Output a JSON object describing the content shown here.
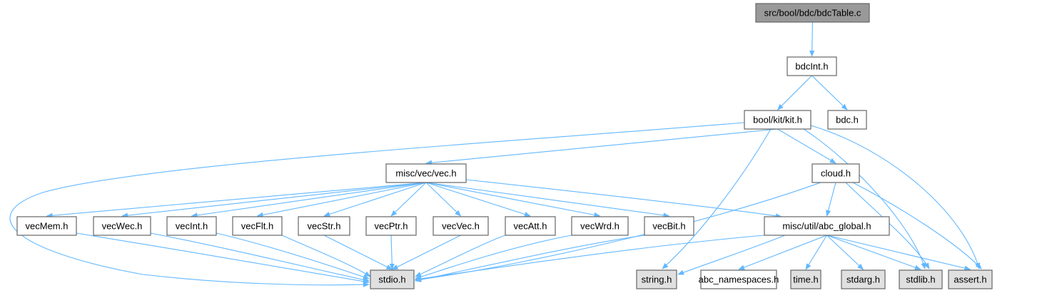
{
  "graph": {
    "title": "src/bool/bdc/bdcTable.c",
    "colors": {
      "root_fill": "#999999",
      "system_fill": "#e0e0e0",
      "local_fill": "#ffffff",
      "edge": "#63b8ff",
      "border": "#666666"
    },
    "nodes": [
      {
        "id": "bdcTable",
        "label": "src/bool/bdc/bdcTable.c",
        "kind": "root"
      },
      {
        "id": "bdcInt",
        "label": "bdcInt.h",
        "kind": "local"
      },
      {
        "id": "kit",
        "label": "bool/kit/kit.h",
        "kind": "local"
      },
      {
        "id": "bdc",
        "label": "bdc.h",
        "kind": "local"
      },
      {
        "id": "vec",
        "label": "misc/vec/vec.h",
        "kind": "local"
      },
      {
        "id": "cloud",
        "label": "cloud.h",
        "kind": "local"
      },
      {
        "id": "vecMem",
        "label": "vecMem.h",
        "kind": "local"
      },
      {
        "id": "vecWec",
        "label": "vecWec.h",
        "kind": "local"
      },
      {
        "id": "vecInt",
        "label": "vecInt.h",
        "kind": "local"
      },
      {
        "id": "vecFlt",
        "label": "vecFlt.h",
        "kind": "local"
      },
      {
        "id": "vecStr",
        "label": "vecStr.h",
        "kind": "local"
      },
      {
        "id": "vecPtr",
        "label": "vecPtr.h",
        "kind": "local"
      },
      {
        "id": "vecVec",
        "label": "vecVec.h",
        "kind": "local"
      },
      {
        "id": "vecAtt",
        "label": "vecAtt.h",
        "kind": "local"
      },
      {
        "id": "vecWrd",
        "label": "vecWrd.h",
        "kind": "local"
      },
      {
        "id": "vecBit",
        "label": "vecBit.h",
        "kind": "local"
      },
      {
        "id": "abc_global",
        "label": "misc/util/abc_global.h",
        "kind": "local"
      },
      {
        "id": "stdio",
        "label": "stdio.h",
        "kind": "system"
      },
      {
        "id": "string",
        "label": "string.h",
        "kind": "system"
      },
      {
        "id": "abc_namespaces",
        "label": "abc_namespaces.h",
        "kind": "local"
      },
      {
        "id": "time",
        "label": "time.h",
        "kind": "system"
      },
      {
        "id": "stdarg",
        "label": "stdarg.h",
        "kind": "system"
      },
      {
        "id": "stdlib",
        "label": "stdlib.h",
        "kind": "system"
      },
      {
        "id": "assert",
        "label": "assert.h",
        "kind": "system"
      }
    ],
    "edges": [
      [
        "bdcTable",
        "bdcInt"
      ],
      [
        "bdcInt",
        "kit"
      ],
      [
        "bdcInt",
        "bdc"
      ],
      [
        "kit",
        "vec"
      ],
      [
        "kit",
        "stdio"
      ],
      [
        "kit",
        "string"
      ],
      [
        "kit",
        "cloud"
      ],
      [
        "kit",
        "stdlib"
      ],
      [
        "kit",
        "assert"
      ],
      [
        "vec",
        "vecMem"
      ],
      [
        "vec",
        "vecWec"
      ],
      [
        "vec",
        "vecInt"
      ],
      [
        "vec",
        "vecFlt"
      ],
      [
        "vec",
        "vecStr"
      ],
      [
        "vec",
        "vecPtr"
      ],
      [
        "vec",
        "vecVec"
      ],
      [
        "vec",
        "vecAtt"
      ],
      [
        "vec",
        "vecWrd"
      ],
      [
        "vec",
        "vecBit"
      ],
      [
        "vec",
        "abc_global"
      ],
      [
        "cloud",
        "abc_global"
      ],
      [
        "cloud",
        "stdio"
      ],
      [
        "cloud",
        "stdlib"
      ],
      [
        "cloud",
        "assert"
      ],
      [
        "vecMem",
        "stdio"
      ],
      [
        "vecWec",
        "stdio"
      ],
      [
        "vecInt",
        "stdio"
      ],
      [
        "vecFlt",
        "stdio"
      ],
      [
        "vecStr",
        "stdio"
      ],
      [
        "vecPtr",
        "stdio"
      ],
      [
        "vecVec",
        "stdio"
      ],
      [
        "vecAtt",
        "stdio"
      ],
      [
        "vecWrd",
        "stdio"
      ],
      [
        "vecBit",
        "stdio"
      ],
      [
        "abc_global",
        "stdio"
      ],
      [
        "abc_global",
        "string"
      ],
      [
        "abc_global",
        "abc_namespaces"
      ],
      [
        "abc_global",
        "time"
      ],
      [
        "abc_global",
        "stdarg"
      ],
      [
        "abc_global",
        "stdlib"
      ],
      [
        "abc_global",
        "assert"
      ]
    ]
  }
}
